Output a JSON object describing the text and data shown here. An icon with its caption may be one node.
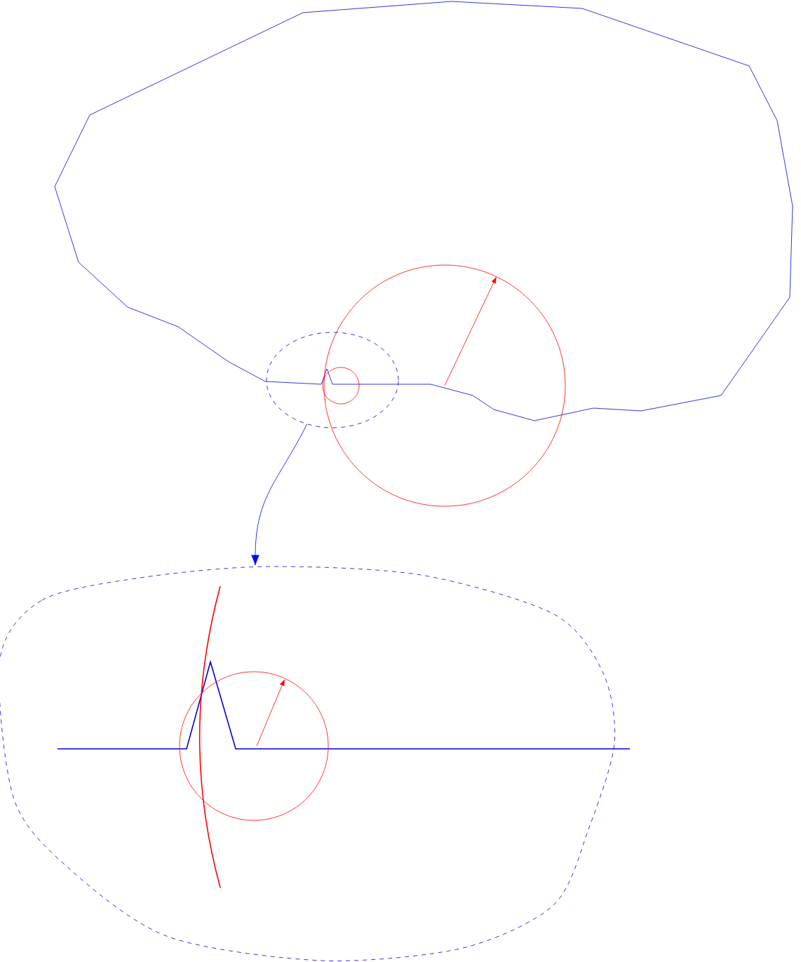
{
  "diagram": {
    "nodes": [
      {
        "text": [],
        "shape": "ellipse"
      },
      {
        "text": [],
        "shape": "cloud"
      }
    ],
    "edges": [
      {
        "from": 0,
        "to": 1,
        "arrow": "to"
      }
    ]
  }
}
